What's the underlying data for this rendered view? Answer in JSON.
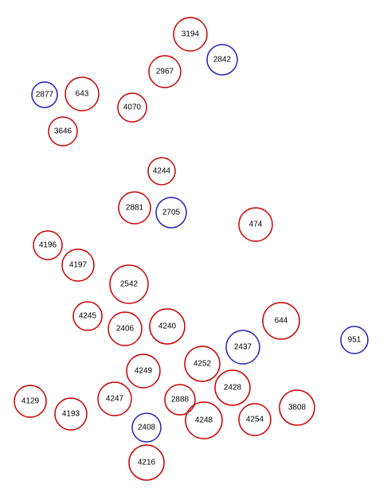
{
  "colors": {
    "red": "#cc0000",
    "blue": "#2222bb",
    "label": "#000000",
    "background": "#ffffff"
  },
  "nodes": [
    {
      "label": "3194",
      "color": "red"
    },
    {
      "label": "2842",
      "color": "blue"
    },
    {
      "label": "2967",
      "color": "red"
    },
    {
      "label": "2877",
      "color": "blue"
    },
    {
      "label": "643",
      "color": "red"
    },
    {
      "label": "4070",
      "color": "red"
    },
    {
      "label": "3646",
      "color": "red"
    },
    {
      "label": "4244",
      "color": "red"
    },
    {
      "label": "2881",
      "color": "red"
    },
    {
      "label": "2705",
      "color": "blue"
    },
    {
      "label": "474",
      "color": "red"
    },
    {
      "label": "4196",
      "color": "red"
    },
    {
      "label": "4197",
      "color": "red"
    },
    {
      "label": "2542",
      "color": "red"
    },
    {
      "label": "4245",
      "color": "red"
    },
    {
      "label": "2406",
      "color": "red"
    },
    {
      "label": "4240",
      "color": "red"
    },
    {
      "label": "644",
      "color": "red"
    },
    {
      "label": "951",
      "color": "blue"
    },
    {
      "label": "2437",
      "color": "blue"
    },
    {
      "label": "4249",
      "color": "red"
    },
    {
      "label": "4252",
      "color": "red"
    },
    {
      "label": "2428",
      "color": "red"
    },
    {
      "label": "4129",
      "color": "red"
    },
    {
      "label": "4193",
      "color": "red"
    },
    {
      "label": "4247",
      "color": "red"
    },
    {
      "label": "2888",
      "color": "red"
    },
    {
      "label": "4248",
      "color": "red"
    },
    {
      "label": "4254",
      "color": "red"
    },
    {
      "label": "3808",
      "color": "red"
    },
    {
      "label": "2408",
      "color": "blue"
    },
    {
      "label": "4216",
      "color": "red"
    }
  ]
}
